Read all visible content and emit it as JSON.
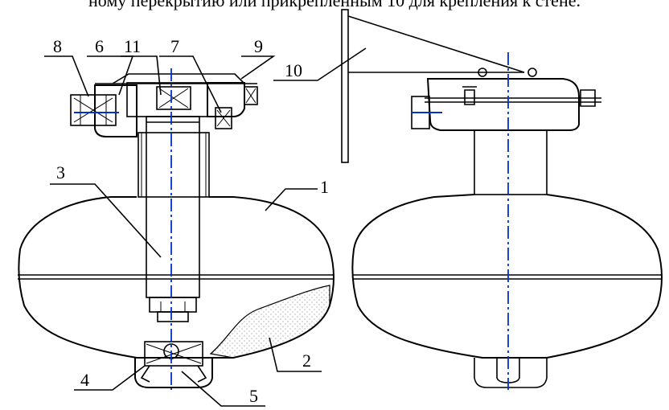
{
  "caption": "ному перекрытию или прикрепленным 10 для крепления к стене.",
  "labels": {
    "l1": "1",
    "l2": "2",
    "l3": "3",
    "l4": "4",
    "l5": "5",
    "l6": "6",
    "l7": "7",
    "l8": "8",
    "l9": "9",
    "l10": "10",
    "l11": "11"
  },
  "colors": {
    "line": "#000000",
    "axis": "#0033cc",
    "powder": "#9a9a9a"
  }
}
